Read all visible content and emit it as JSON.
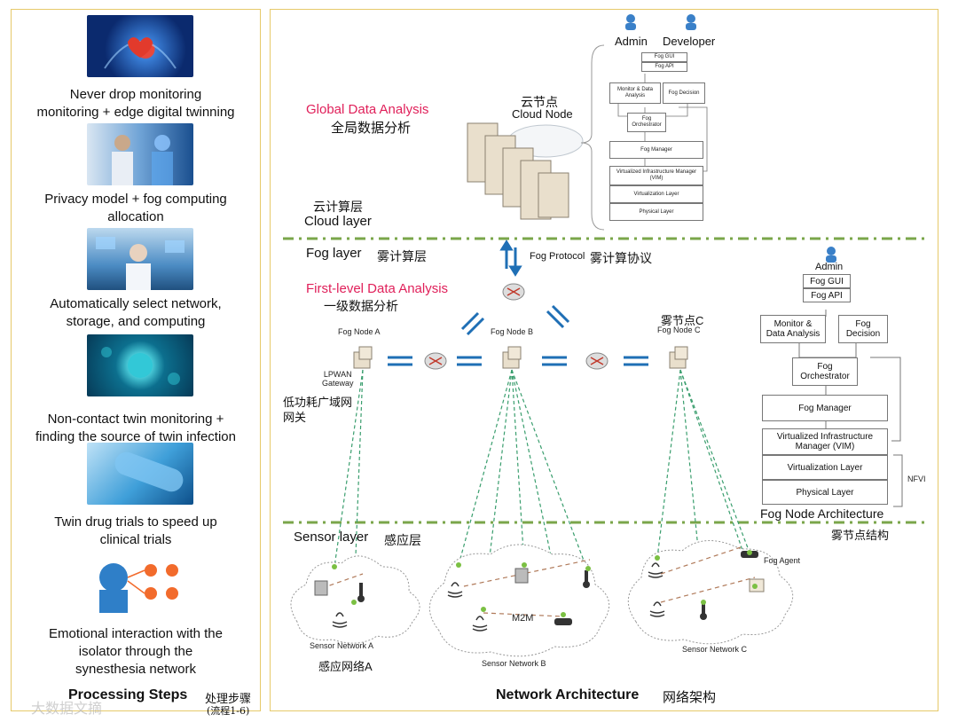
{
  "left": {
    "steps": [
      {
        "caption": "Never drop monitoring\nmonitoring + edge digital twinning",
        "icon": "heart-scan-icon"
      },
      {
        "caption": "Privacy model + fog computing\nallocation",
        "icon": "digital-twin-human-icon"
      },
      {
        "caption": "Automatically select network,\nstorage, and computing",
        "icon": "lab-computing-icon"
      },
      {
        "caption": "Non-contact twin monitoring +\nfinding the source of twin infection",
        "icon": "virus-icon"
      },
      {
        "caption": "Twin drug trials to speed up\nclinical trials",
        "icon": "test-tube-icon"
      },
      {
        "caption": "Emotional interaction with the\nisolator through the\nsynesthesia network",
        "icon": "head-network-icon"
      }
    ],
    "footer_en": "Processing Steps",
    "footer_cn": "处理步骤",
    "footer_cn2": "(流程1-6)",
    "watermark": "大数据文摘"
  },
  "right": {
    "footer_en": "Network Architecture",
    "footer_cn": "网络架构",
    "cloud": {
      "admin": "Admin",
      "developer": "Developer",
      "global_en": "Global Data Analysis",
      "global_cn": "全局数据分析",
      "node_cn": "云节点",
      "node_en": "Cloud Node",
      "layer_cn": "云计算层",
      "layer_en": "Cloud layer",
      "stack": [
        "Fog GUI",
        "Fog API",
        "Monitor & Data Analysis",
        "Fog Decision",
        "Fog Orchestrator",
        "Fog Manager",
        "Virtualized Infrastructure Manager (VIM)",
        "Virtualization Layer",
        "Physical Layer"
      ]
    },
    "fog": {
      "layer_en": "Fog layer",
      "layer_cn": "雾计算层",
      "protocol_en": "Fog Protocol",
      "protocol_cn": "雾计算协议",
      "first_en": "First-level Data Analysis",
      "first_cn": "一级数据分析",
      "node_a": "Fog Node A",
      "node_b": "Fog Node B",
      "node_c_cn": "雾节点C",
      "node_c": "Fog Node C",
      "lpwan": "LPWAN\nGateway",
      "lpwan_cn": "低功耗广域网\n网关"
    },
    "fog_arch": {
      "admin": "Admin",
      "gui": "Fog GUI",
      "api": "Fog API",
      "monitor": "Monitor &\nData Analysis",
      "decision": "Fog\nDecision",
      "orchestrator": "Fog\nOrchestrator",
      "manager": "Fog Manager",
      "vim": "Virtualized Infrastructure\nManager  (VIM)",
      "virt": "Virtualization Layer",
      "phys": "Physical Layer",
      "nfvi": "NFVI",
      "title_en": "Fog Node Architecture",
      "title_cn": "雾节点结构"
    },
    "sensor": {
      "layer_en": "Sensor layer",
      "layer_cn": "感应层",
      "net_a": "Sensor Network A",
      "net_a_cn": "感应网络A",
      "net_b": "Sensor Network B",
      "net_c": "Sensor Network C",
      "m2m": "M2M",
      "fog_agent": "Fog Agent"
    }
  },
  "colors": {
    "panel_border": "#e6c96a",
    "pink": "#e0205a",
    "arrow_blue": "#1f6fb5",
    "dash_green": "#7aa64a",
    "link_green": "#3a9e6e"
  }
}
